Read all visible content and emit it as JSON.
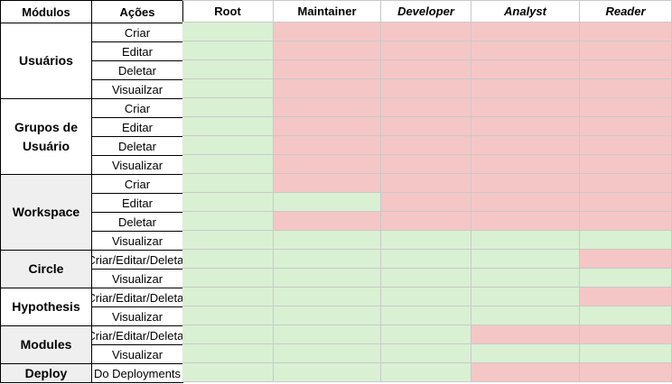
{
  "colors": {
    "allowed": "#d9f0d3",
    "denied": "#f5c6c6",
    "module_highlight": "#efefef",
    "border_dark": "#000000",
    "border_light": "#c9c9c9"
  },
  "header": {
    "modules": "Módulos",
    "actions": "Ações",
    "roles": [
      "Root",
      "Maintainer",
      "Developer",
      "Analyst",
      "Reader"
    ],
    "roles_italic": [
      false,
      false,
      true,
      true,
      true
    ]
  },
  "modules": [
    {
      "name": "Usuários",
      "highlight": false,
      "actions": [
        {
          "label": "Criar",
          "perms": [
            true,
            false,
            false,
            false,
            false
          ]
        },
        {
          "label": "Editar",
          "perms": [
            true,
            false,
            false,
            false,
            false
          ]
        },
        {
          "label": "Deletar",
          "perms": [
            true,
            false,
            false,
            false,
            false
          ]
        },
        {
          "label": "Visuailzar",
          "perms": [
            true,
            false,
            false,
            false,
            false
          ]
        }
      ]
    },
    {
      "name": "Grupos de Usuário",
      "highlight": false,
      "actions": [
        {
          "label": "Criar",
          "perms": [
            true,
            false,
            false,
            false,
            false
          ]
        },
        {
          "label": "Editar",
          "perms": [
            true,
            false,
            false,
            false,
            false
          ]
        },
        {
          "label": "Deletar",
          "perms": [
            true,
            false,
            false,
            false,
            false
          ]
        },
        {
          "label": "Visualizar",
          "perms": [
            true,
            false,
            false,
            false,
            false
          ]
        }
      ]
    },
    {
      "name": "Workspace",
      "highlight": true,
      "actions": [
        {
          "label": "Criar",
          "perms": [
            true,
            false,
            false,
            false,
            false
          ]
        },
        {
          "label": "Editar",
          "perms": [
            true,
            true,
            false,
            false,
            false
          ]
        },
        {
          "label": "Deletar",
          "perms": [
            true,
            false,
            false,
            false,
            false
          ]
        },
        {
          "label": "Visualizar",
          "perms": [
            true,
            true,
            true,
            true,
            true
          ]
        }
      ]
    },
    {
      "name": "Circle",
      "highlight": true,
      "actions": [
        {
          "label": "Criar/Editar/Deletar",
          "perms": [
            true,
            true,
            true,
            true,
            false
          ]
        },
        {
          "label": "Visualizar",
          "perms": [
            true,
            true,
            true,
            true,
            true
          ]
        }
      ]
    },
    {
      "name": "Hypothesis",
      "highlight": false,
      "actions": [
        {
          "label": "Criar/Editar/Deletar",
          "perms": [
            true,
            true,
            true,
            true,
            false
          ]
        },
        {
          "label": "Visualizar",
          "perms": [
            true,
            true,
            true,
            true,
            true
          ]
        }
      ]
    },
    {
      "name": "Modules",
      "highlight": true,
      "actions": [
        {
          "label": "Criar/Editar/Deletar",
          "perms": [
            true,
            true,
            true,
            false,
            false
          ]
        },
        {
          "label": "Visualizar",
          "perms": [
            true,
            true,
            true,
            true,
            true
          ]
        }
      ]
    },
    {
      "name": "Deploy",
      "highlight": true,
      "actions": [
        {
          "label": "Do Deployments",
          "perms": [
            true,
            true,
            true,
            false,
            false
          ]
        }
      ]
    }
  ]
}
